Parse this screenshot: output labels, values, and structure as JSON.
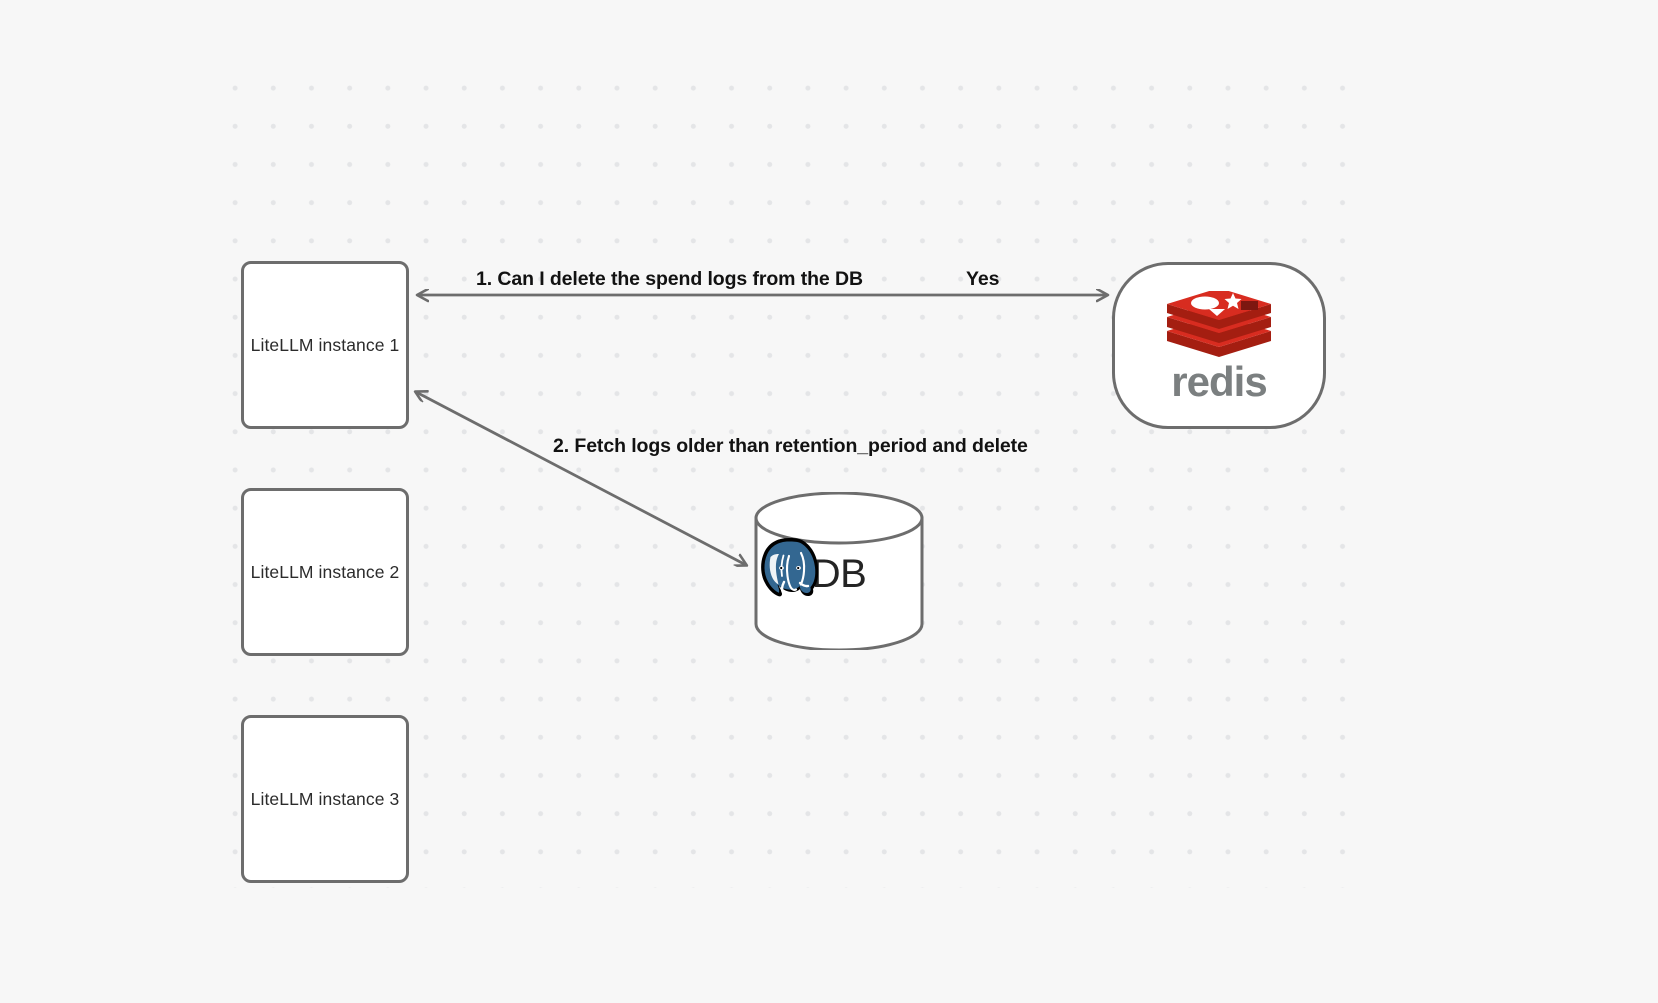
{
  "canvas": {
    "background_color": "#f7f7f7",
    "grid": "dot-grid"
  },
  "nodes": [
    {
      "id": "llm1",
      "label": "LiteLLM instance 1",
      "shape": "rounded-rect",
      "border_color": "#6d6d6d",
      "fill": "#ffffff"
    },
    {
      "id": "llm2",
      "label": "LiteLLM instance 2",
      "shape": "rounded-rect",
      "border_color": "#6d6d6d",
      "fill": "#ffffff"
    },
    {
      "id": "llm3",
      "label": "LiteLLM instance 3",
      "shape": "rounded-rect",
      "border_color": "#6d6d6d",
      "fill": "#ffffff"
    },
    {
      "id": "redis",
      "label": "redis",
      "shape": "stadium",
      "border_color": "#6d6d6d",
      "fill": "#ffffff",
      "logo_color": "#d82c20"
    },
    {
      "id": "db",
      "label": "DB",
      "shape": "cylinder",
      "border_color": "#6d6d6d",
      "fill": "#ffffff",
      "logo_color": "#336791"
    }
  ],
  "edges": [
    {
      "id": "edge-1",
      "from": "llm1",
      "to": "redis",
      "label": "1.  Can I delete the spend logs from the DB",
      "reply_label": "Yes",
      "arrowheads": "both"
    },
    {
      "id": "edge-2",
      "from": "db",
      "to": "llm1",
      "label": "2.  Fetch logs older than retention_period and delete",
      "arrowheads": "both"
    }
  ],
  "colors": {
    "stroke": "#6d6d6d",
    "text": "#121212",
    "node_text": "#2b2b2b",
    "redis_red": "#d82c20",
    "redis_dark_red": "#a41e11",
    "redis_word_gray": "#7b7f80",
    "postgres_blue": "#336791",
    "background": "#f7f7f7",
    "dot": "#e4e5e7"
  }
}
